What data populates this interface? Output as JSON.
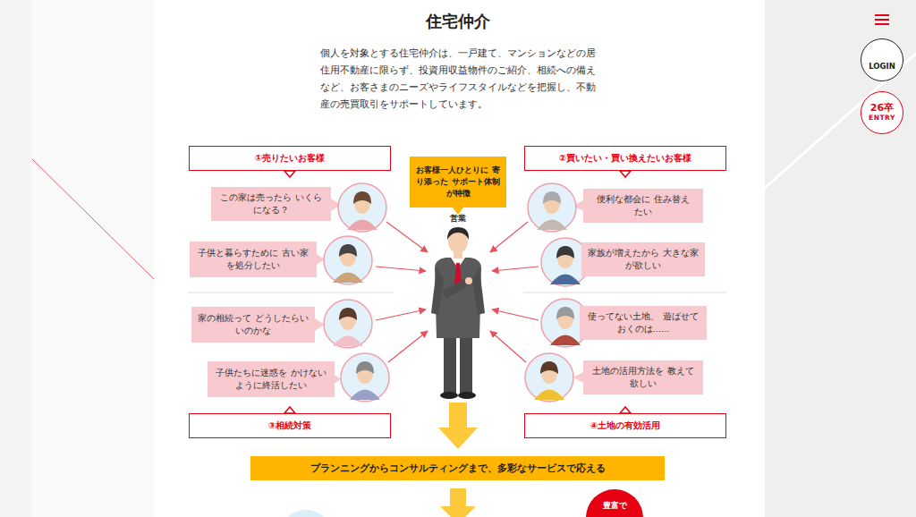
{
  "diagram": {
    "title": "住宅仲介",
    "nodes": [
      {
        "text": [
          "①売りたいお客様"
        ]
      },
      {
        "text": [
          "②買いたい・買い換えたいお客様"
        ]
      },
      {
        "text": [
          "お客様一人ひとりに 寄り添った サポート体制が特徴"
        ]
      },
      {
        "text": [
          "この家は売ったら いくらになる？"
        ]
      },
      {
        "text": [
          "便利な都会に 住み替えたい"
        ]
      },
      {
        "text": [
          "子供と暮らすために 古い家を処分したい"
        ]
      },
      {
        "text": [
          "家族が増えたから 大きな家が欲しい"
        ]
      },
      {
        "text": [
          "家の相続って どうしたらいいのかな"
        ]
      },
      {
        "text": [
          "使ってない土地、 遊ばせておくのは……"
        ]
      },
      {
        "text": [
          "子供たちに迷惑を かけないように終活したい"
        ]
      },
      {
        "text": [
          "土地の活用方法を 教えて欲しい"
        ]
      },
      {
        "text": [
          "③相続対策"
        ]
      },
      {
        "text": [
          "④土地の有効活用"
        ]
      },
      {
        "text": [
          "プランニングからコンサルティングまで、多彩なサービスで応える"
        ]
      },
      {
        "text": [
          "豊富で"
        ]
      },
      {
        "text": [
          "LOGIN"
        ]
      },
      {
        "text": [
          "26卒",
          "ENTRY"
        ]
      }
    ],
    "labels": [
      "個人を対象とする住宅仲介は、一戸建て、マンションなどの居 住用不動産に限らず、投資用収益物件のご紹介、相続への備え など、お客さまのニーズやライフスタイルなどを把握し、不動 産の売買取引をサポートしています。",
      "営業"
    ]
  }
}
